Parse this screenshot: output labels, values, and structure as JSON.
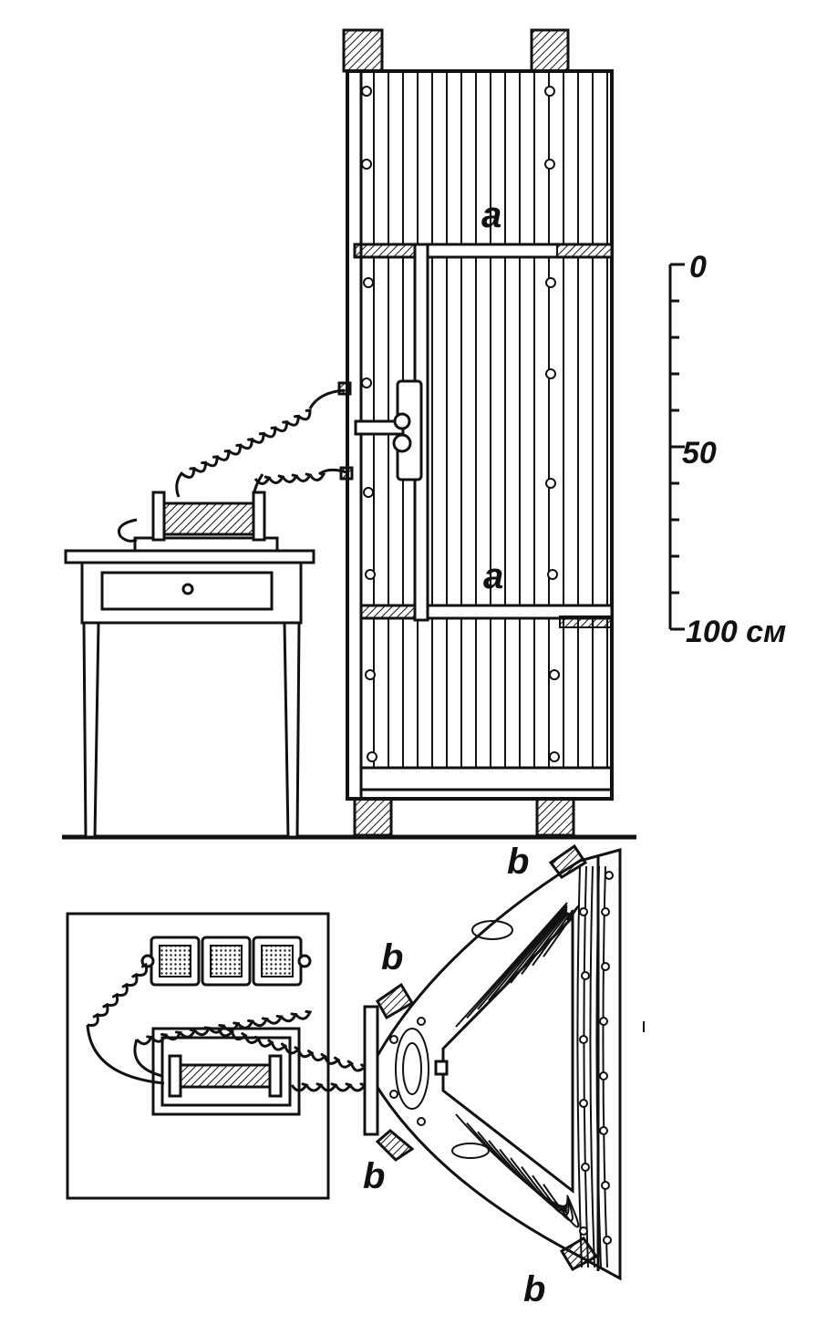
{
  "labels": {
    "a_upper": "a",
    "a_lower": "a",
    "b_top": "b",
    "b_upper": "b",
    "b_lower": "b",
    "b_bottom": "b"
  },
  "scale": {
    "zero": "0",
    "fifty": "50",
    "hundred": "100 см"
  },
  "colors": {
    "ink": "#111111",
    "paper": "#ffffff"
  }
}
